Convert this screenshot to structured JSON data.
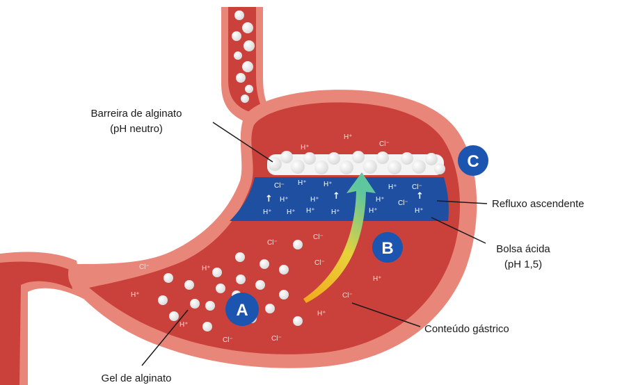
{
  "labels": {
    "barrier_line1": "Barreira de alginato",
    "barrier_line2": "(pH neutro)",
    "reflux": "Refluxo ascendente",
    "acid_pocket_line1": "Bolsa ácida",
    "acid_pocket_line2": "(pH 1,5)",
    "gastric_content": "Conteúdo gástrico",
    "alginate_gel": "Gel de alginato"
  },
  "badges": {
    "a": "A",
    "b": "B",
    "c": "C"
  },
  "ions": {
    "h": "H⁺",
    "cl": "Cl⁻",
    "up_arrow": "↑"
  },
  "colors": {
    "stomach_wall": "#e8867a",
    "stomach_inner": "#c9413a",
    "acid_pocket": "#1f4fa0",
    "badge": "#1c55b0",
    "foam": "#ffffff",
    "arrow_start": "#f2a81d",
    "arrow_end": "#5fc7a0"
  }
}
